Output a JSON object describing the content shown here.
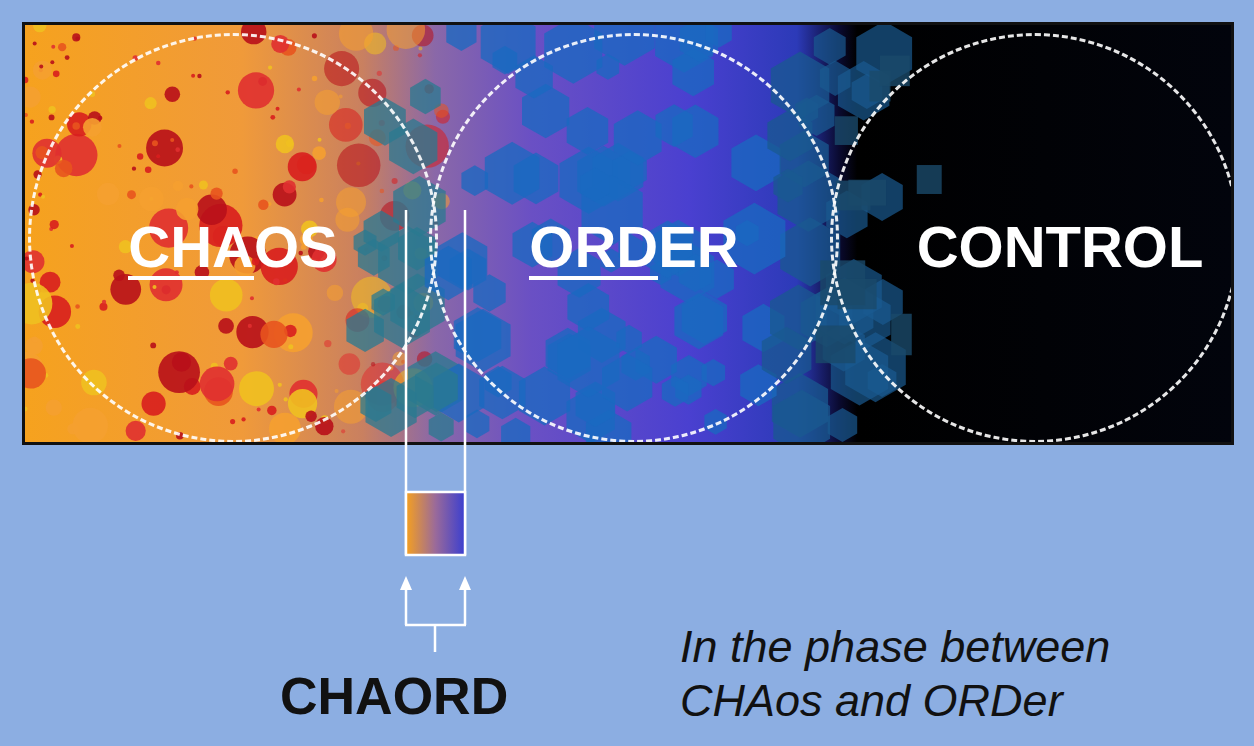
{
  "diagram": {
    "nodes": [
      {
        "text": [
          "CHAOS"
        ]
      },
      {
        "text": [
          "ORDER"
        ]
      },
      {
        "text": [
          "CONTROL"
        ]
      }
    ],
    "labels": [
      "CHAORD",
      "In the phase between CHAos and ORDer"
    ]
  }
}
